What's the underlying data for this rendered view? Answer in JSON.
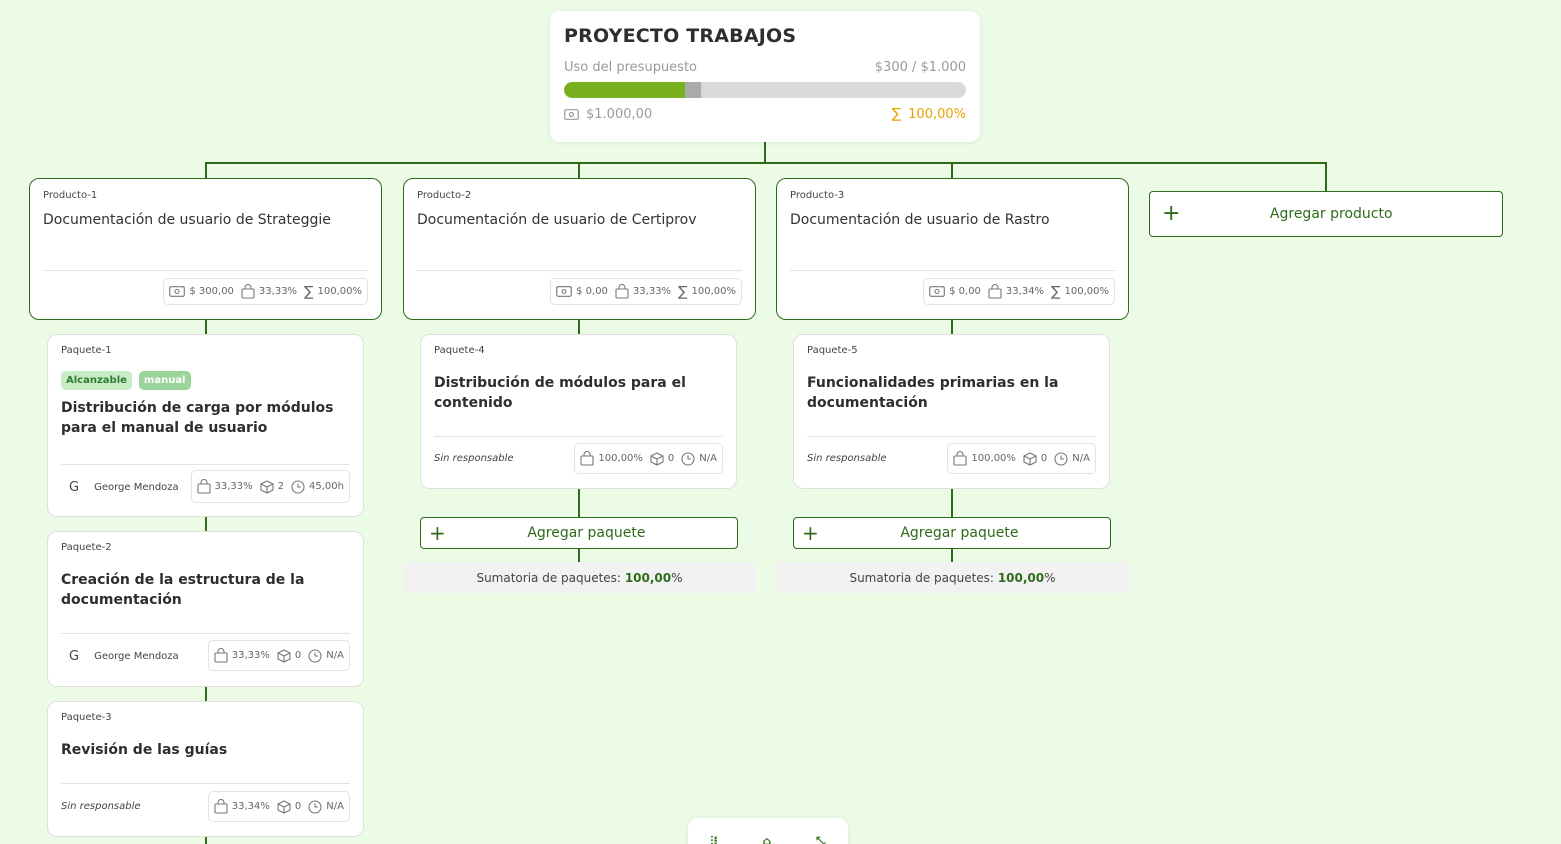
{
  "project": {
    "title": "PROYECTO TRABAJOS",
    "budget_label": "Uso del presupuesto",
    "budget_value": "$300 / $1.000",
    "progress_fraction": 0.3,
    "secondary_fraction": 0.04,
    "total_amount": "$1.000,00",
    "total_percent": "100,00%"
  },
  "products": [
    {
      "code": "Producto-1",
      "title": "Documentación de usuario de Strateggie",
      "amount": "$ 300,00",
      "weight": "33,33%",
      "sum": "100,00%"
    },
    {
      "code": "Producto-2",
      "title": "Documentación de usuario de Certiprov",
      "amount": "$ 0,00",
      "weight": "33,33%",
      "sum": "100,00%"
    },
    {
      "code": "Producto-3",
      "title": "Documentación de usuario de Rastro",
      "amount": "$ 0,00",
      "weight": "33,34%",
      "sum": "100,00%"
    }
  ],
  "add_product_label": "Agregar producto",
  "packages": [
    {
      "code": "Paquete-1",
      "tags": [
        "Alcanzable",
        "manual"
      ],
      "title": "Distribución de carga por módulos para el manual de usuario",
      "initial": "G",
      "responsible": "George Mendoza",
      "weight": "33,33%",
      "items": "2",
      "hours": "45,00h"
    },
    {
      "code": "Paquete-2",
      "title": "Creación de la estructura de la documentación",
      "initial": "G",
      "responsible": "George Mendoza",
      "weight": "33,33%",
      "items": "0",
      "hours": "N/A"
    },
    {
      "code": "Paquete-3",
      "title": "Revisión de las guías",
      "responsible": "Sin responsable",
      "weight": "33,34%",
      "items": "0",
      "hours": "N/A"
    },
    {
      "code": "Paquete-4",
      "title": "Distribución de módulos para el contenido",
      "responsible": "Sin responsable",
      "weight": "100,00%",
      "items": "0",
      "hours": "N/A"
    },
    {
      "code": "Paquete-5",
      "title": "Funcionalidades primarias en la documentación",
      "responsible": "Sin responsable",
      "weight": "100,00%",
      "items": "0",
      "hours": "N/A"
    }
  ],
  "add_package_label": "Agregar paquete",
  "sum_label": "Sumatoria de paquetes:",
  "sum_value": "100,00",
  "sum_unit": "%",
  "colors": {
    "accent": "#2e6c1a",
    "progress": "#78b01f",
    "warning": "#e8a200",
    "background": "#ebfbe6"
  },
  "toolbar": {
    "icons": [
      "filter-icon",
      "home-icon",
      "collapse-icon"
    ]
  }
}
